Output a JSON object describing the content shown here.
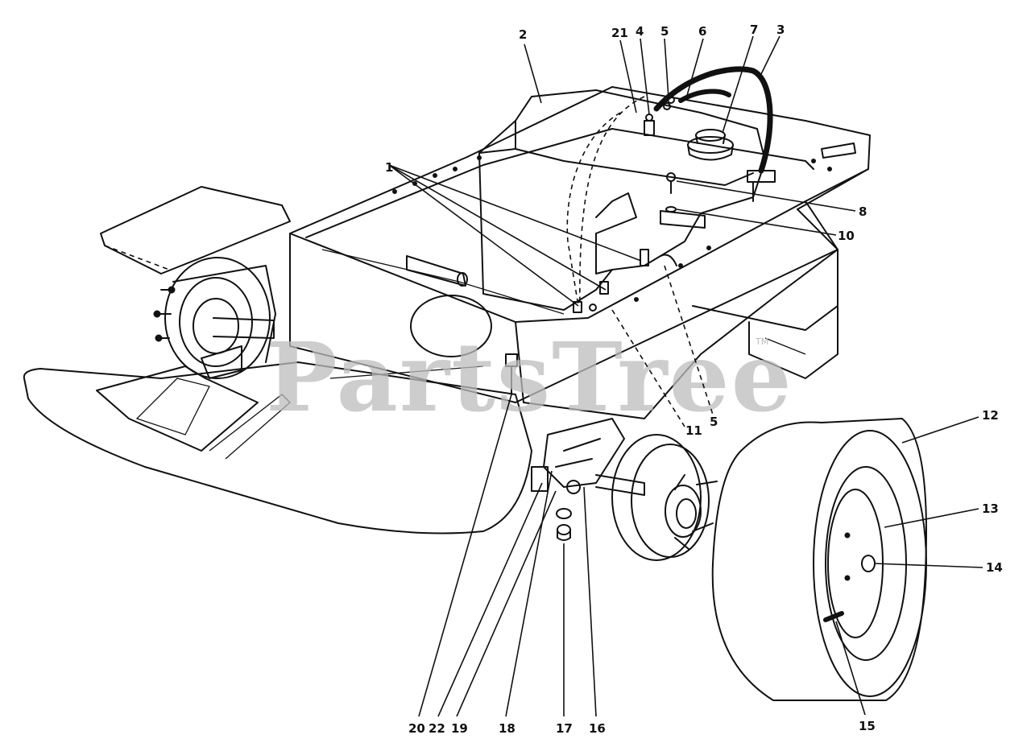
{
  "watermark": {
    "text": "PartsTree",
    "trademark": "TM"
  },
  "callouts": [
    {
      "id": "c1",
      "label": "1"
    },
    {
      "id": "c2",
      "label": "2"
    },
    {
      "id": "c3",
      "label": "3"
    },
    {
      "id": "c4",
      "label": "4"
    },
    {
      "id": "c5a",
      "label": "5"
    },
    {
      "id": "c6",
      "label": "6"
    },
    {
      "id": "c7",
      "label": "7"
    },
    {
      "id": "c21",
      "label": "21"
    },
    {
      "id": "c8",
      "label": "8"
    },
    {
      "id": "c10",
      "label": "10"
    },
    {
      "id": "c11",
      "label": "11"
    },
    {
      "id": "c5b",
      "label": "5"
    },
    {
      "id": "c12",
      "label": "12"
    },
    {
      "id": "c13",
      "label": "13"
    },
    {
      "id": "c14",
      "label": "14"
    },
    {
      "id": "c15",
      "label": "15"
    },
    {
      "id": "c16",
      "label": "16"
    },
    {
      "id": "c17",
      "label": "17"
    },
    {
      "id": "c18",
      "label": "18"
    },
    {
      "id": "c19",
      "label": "19"
    },
    {
      "id": "c22",
      "label": "22"
    },
    {
      "id": "c20",
      "label": "20"
    }
  ]
}
